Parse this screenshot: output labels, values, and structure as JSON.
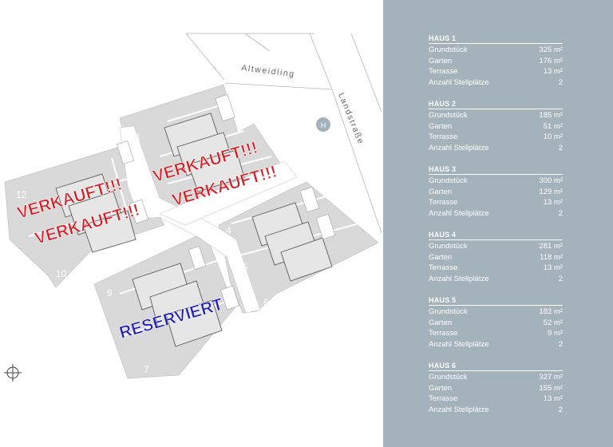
{
  "map": {
    "street_labels": [
      "Altweidling",
      "Landstraße"
    ],
    "bus_stop_symbol": "H",
    "plot_numbers": [
      "1",
      "3",
      "4",
      "5",
      "6",
      "7",
      "9",
      "10",
      "12"
    ],
    "sold_stamp": "VERKAUFT!!!",
    "reserved_stamp": "RESERVIERT",
    "compass_icon": "north-compass-icon",
    "colors": {
      "plot": "#d9d9d9",
      "road": "#ffffff",
      "house": "#e4e4e4",
      "sold": "#d21f26",
      "reserved": "#1f1fb5",
      "bus_stop": "#a4b2bc"
    }
  },
  "panel": {
    "background": "#a4b2bc",
    "houses": [
      {
        "title": "HAUS 1",
        "rows": [
          {
            "label": "Grundstück",
            "value": "325 m²"
          },
          {
            "label": "Garten",
            "value": "176 m²"
          },
          {
            "label": "Terrasse",
            "value": "13 m²"
          },
          {
            "label": "Anzahl Stellplätze",
            "value": "2"
          }
        ]
      },
      {
        "title": "HAUS 2",
        "rows": [
          {
            "label": "Grundstück",
            "value": "185 m²"
          },
          {
            "label": "Garten",
            "value": "51 m²"
          },
          {
            "label": "Terrasse",
            "value": "10 m²"
          },
          {
            "label": "Anzahl Stellplätze",
            "value": "2"
          }
        ]
      },
      {
        "title": "HAUS 3",
        "rows": [
          {
            "label": "Grundstück",
            "value": "300 m²"
          },
          {
            "label": "Garten",
            "value": "129 m²"
          },
          {
            "label": "Terrasse",
            "value": "13 m²"
          },
          {
            "label": "Anzahl Stellplätze",
            "value": "2"
          }
        ]
      },
      {
        "title": "HAUS 4",
        "rows": [
          {
            "label": "Grundstück",
            "value": "281 m²"
          },
          {
            "label": "Garten",
            "value": "118 m²"
          },
          {
            "label": "Terrasse",
            "value": "13 m²"
          },
          {
            "label": "Anzahl Stellplätze",
            "value": "2"
          }
        ]
      },
      {
        "title": "HAUS 5",
        "rows": [
          {
            "label": "Grundstück",
            "value": "182 m²"
          },
          {
            "label": "Garten",
            "value": "52 m²"
          },
          {
            "label": "Terrasse",
            "value": "9 m²"
          },
          {
            "label": "Anzahl Stellplätze",
            "value": "2"
          }
        ]
      },
      {
        "title": "HAUS 6",
        "rows": [
          {
            "label": "Grundstück",
            "value": "327 m²"
          },
          {
            "label": "Garten",
            "value": "155 m²"
          },
          {
            "label": "Terrasse",
            "value": "13 m²"
          },
          {
            "label": "Anzahl Stellplätze",
            "value": "2"
          }
        ]
      }
    ]
  }
}
